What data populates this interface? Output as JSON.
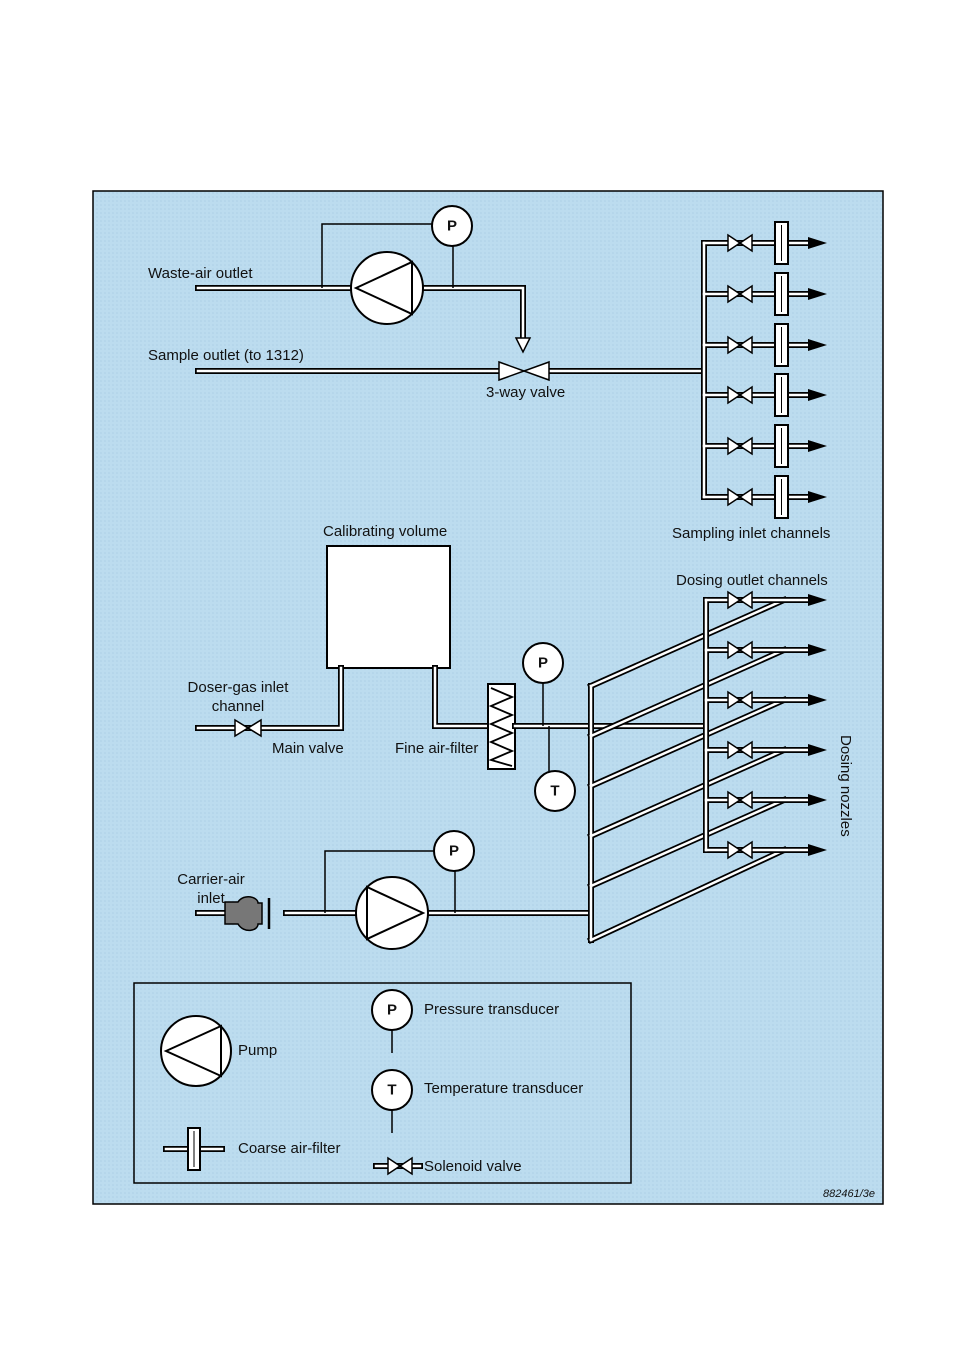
{
  "labels": {
    "waste_air_outlet": "Waste-air outlet",
    "sample_outlet": "Sample outlet (to 1312)",
    "three_way_valve": "3-way valve",
    "sampling_inlet_channels": "Sampling inlet channels",
    "calibrating_volume": "Calibrating volume",
    "dosing_outlet_channels": "Dosing outlet channels",
    "doser_gas_inlet_line1": "Doser-gas inlet",
    "doser_gas_inlet_line2": "channel",
    "main_valve": "Main valve",
    "fine_air_filter": "Fine air-filter",
    "dosing_nozzles": "Dosing nozzles",
    "carrier_air_line1": "Carrier-air",
    "carrier_air_line2": "inlet"
  },
  "symbols": {
    "pressure": "P",
    "temperature": "T"
  },
  "legend": {
    "pump": "Pump",
    "pressure_transducer": "Pressure transducer",
    "temperature_transducer": "Temperature transducer",
    "coarse_air_filter": "Coarse air-filter",
    "solenoid_valve": "Solenoid valve"
  },
  "figure_id": "882461/3e",
  "colors": {
    "background_panel": "#bcdcef",
    "filter_gray": "#777777"
  }
}
